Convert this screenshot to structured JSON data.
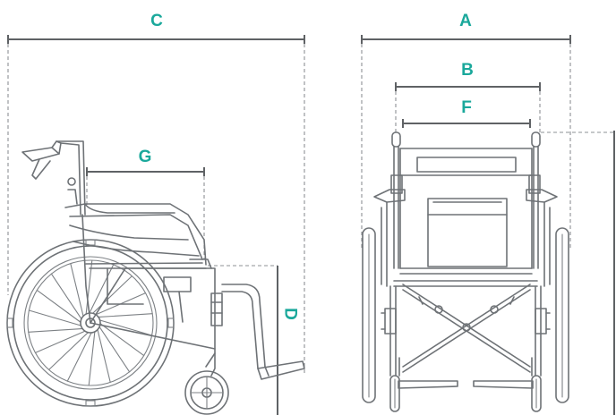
{
  "labels": {
    "a": "A",
    "b": "B",
    "c": "C",
    "d": "D",
    "f": "F",
    "g": "G"
  },
  "colors": {
    "label": "#1aa89b",
    "line": "#6e7276",
    "dimension": "#5f6265",
    "background": "#ffffff"
  },
  "views": [
    "side-view",
    "front-view"
  ]
}
